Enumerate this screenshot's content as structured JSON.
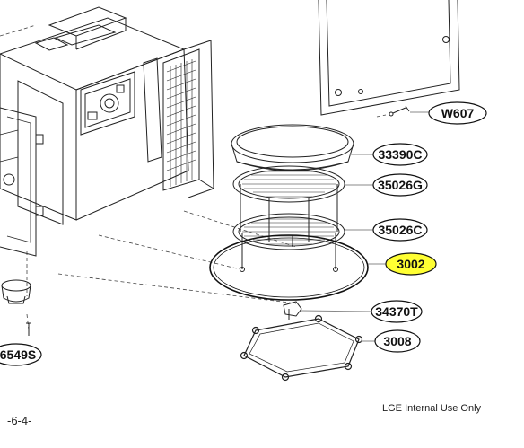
{
  "callouts": [
    {
      "id": "w607",
      "label": "W607",
      "highlighted": false
    },
    {
      "id": "33390c",
      "label": "33390C",
      "highlighted": false
    },
    {
      "id": "35026g",
      "label": "35026G",
      "highlighted": false
    },
    {
      "id": "35026c",
      "label": "35026C",
      "highlighted": false
    },
    {
      "id": "3002",
      "label": "3002",
      "highlighted": true
    },
    {
      "id": "34370t",
      "label": "34370T",
      "highlighted": false
    },
    {
      "id": "3008",
      "label": "3008",
      "highlighted": false
    },
    {
      "id": "6549s",
      "label": "6549S",
      "highlighted": false
    }
  ],
  "footer": {
    "page_number": "-6-4-",
    "internal_note": "LGE Internal Use Only"
  },
  "colors": {
    "line": "#222222",
    "highlight": "#ffff33",
    "leader": "#888888"
  }
}
